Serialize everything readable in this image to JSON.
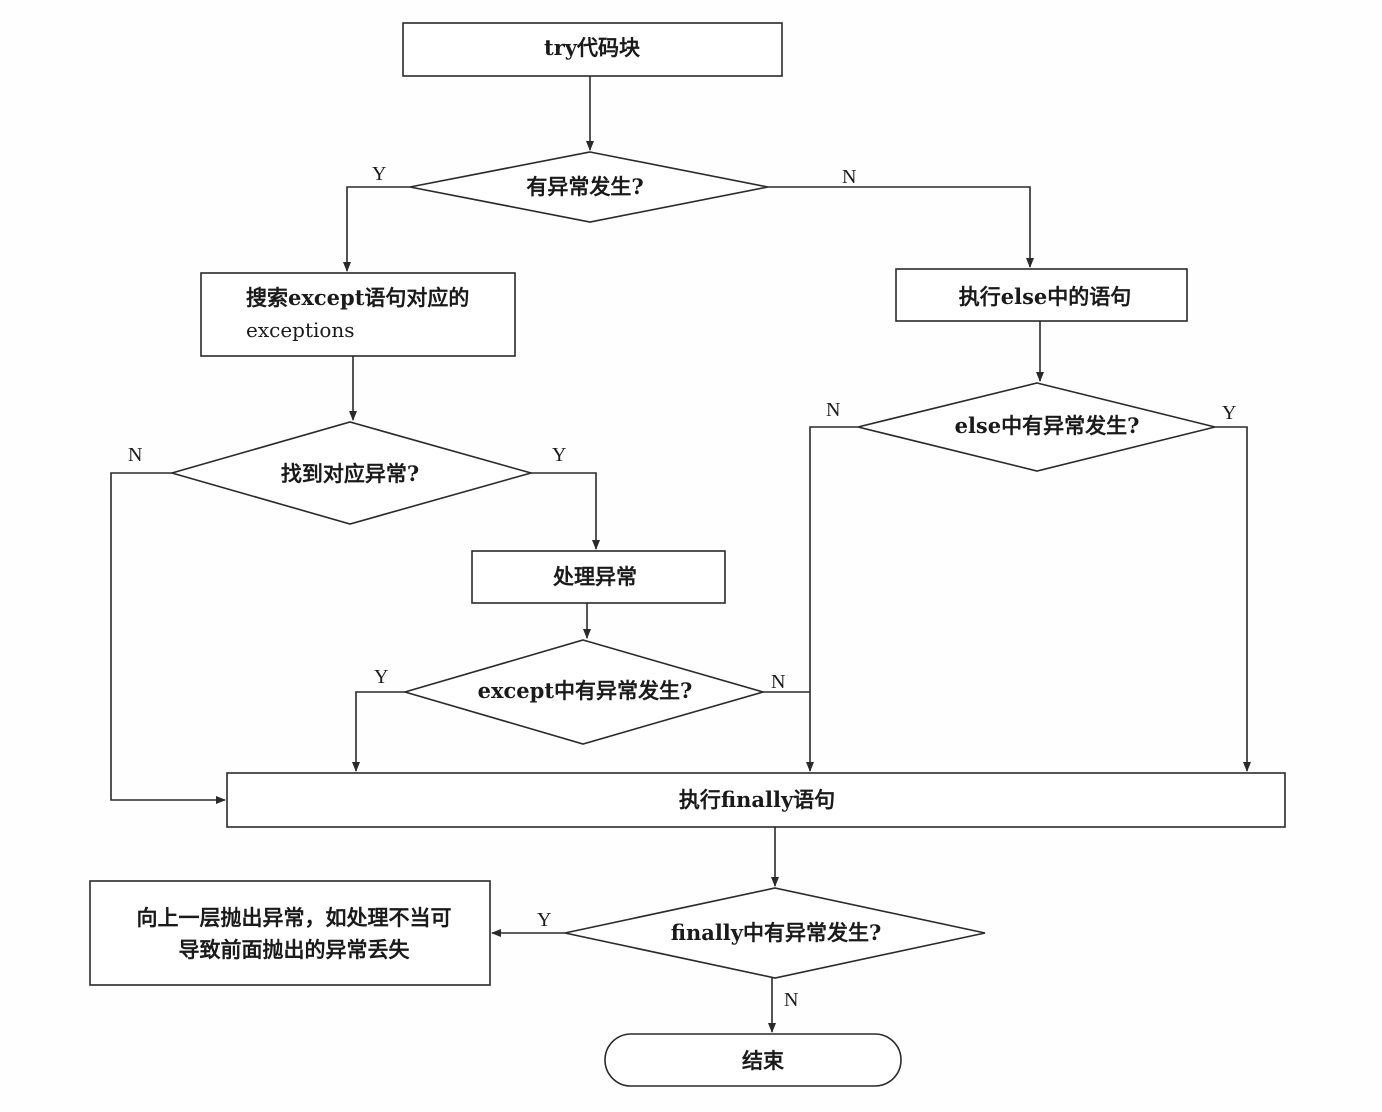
{
  "nodes": {
    "try_block": "try代码块",
    "has_exception": "有异常发生?",
    "search_except_line1": "搜索except语句对应的",
    "search_except_line2": "exceptions",
    "exec_else": "执行else中的语句",
    "found_match": "找到对应异常?",
    "else_exception": "else中有异常发生?",
    "handle_exception": "处理异常",
    "except_exception": "except中有异常发生?",
    "exec_finally": "执行finally语句",
    "finally_exception": "finally中有异常发生?",
    "raise_up_line1": "向上一层抛出异常，如处理不当可",
    "raise_up_line2": "导致前面抛出的异常丢失",
    "end": "结束"
  },
  "edge_labels": {
    "has_exception_yes": "Y",
    "has_exception_no": "N",
    "found_match_no": "N",
    "found_match_yes": "Y",
    "else_exception_no": "N",
    "else_exception_yes": "Y",
    "except_exception_yes": "Y",
    "except_exception_no": "N",
    "finally_exception_yes": "Y",
    "finally_exception_no": "N"
  }
}
